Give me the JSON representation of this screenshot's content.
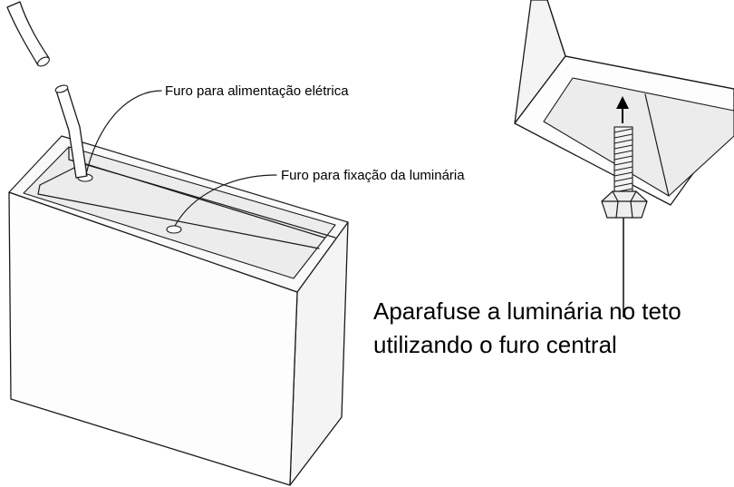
{
  "labels": {
    "power_hole": "Furo para alimentação elétrica",
    "mount_hole": "Furo para fixação da luminária"
  },
  "instruction": {
    "line1": "Aparafuse a luminária no teto",
    "line2": "utilizando o furo central"
  },
  "icons": {
    "screw": "screw-icon",
    "arrow": "arrow-up-icon",
    "cable": "power-cable-icon"
  },
  "colors": {
    "ink": "#1a1a1a",
    "background": "#ffffff"
  }
}
